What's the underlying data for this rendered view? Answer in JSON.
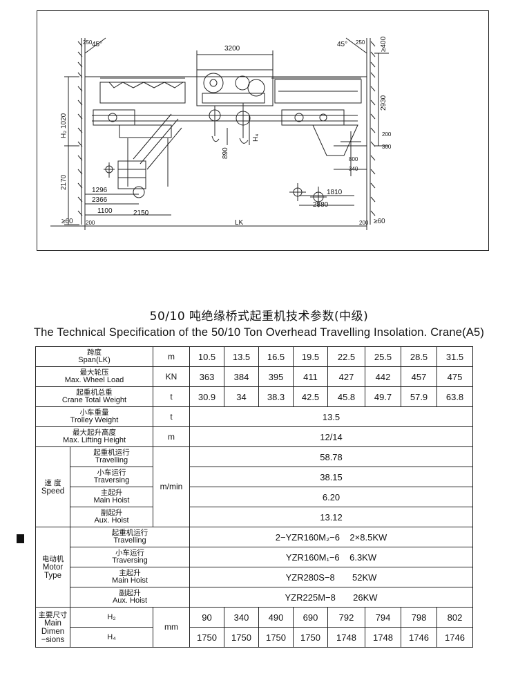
{
  "drawing": {
    "dims": {
      "trolley_width": "3200",
      "h2_1020": "H₂ 1020",
      "h_2170": "2170",
      "h_2930": "2930",
      "h4": "H₄",
      "h_890": "890",
      "angle_left": "45°",
      "angle_right": "45°",
      "gap_250_left": "250",
      "gap_250_right": "250",
      "top_400": "≥400",
      "d_1296": "1296",
      "d_2366": "2366",
      "d_1100": "1100",
      "d_2150": "2150",
      "d_1810": "1810",
      "d_2880": "2880",
      "span": "LK",
      "clear_left": "≥60",
      "clear_right": "≥60",
      "g_200_left": "200",
      "g_200_right": "200",
      "small_800": "800",
      "small_340": "340",
      "small_300": "300",
      "small_200": "200"
    }
  },
  "title": {
    "cn": "50/10 吨绝缘桥式起重机技术参数(中级)",
    "en": "The Technical Specification of the 50/10 Ton Overhead Travelling Insolation. Crane(A5)"
  },
  "spec": {
    "span": {
      "cn": "跨度",
      "en": "Span(LK)",
      "unit": "m",
      "values": [
        "10.5",
        "13.5",
        "16.5",
        "19.5",
        "22.5",
        "25.5",
        "28.5",
        "31.5"
      ]
    },
    "wheel": {
      "cn": "最大轮压",
      "en": "Max. Wheel Load",
      "unit": "KN",
      "values": [
        "363",
        "384",
        "395",
        "411",
        "427",
        "442",
        "457",
        "475"
      ]
    },
    "weight": {
      "cn": "起重机总重",
      "en": "Crane Total Weight",
      "unit": "t",
      "values": [
        "30.9",
        "34",
        "38.3",
        "42.5",
        "45.8",
        "49.7",
        "57.9",
        "63.8"
      ]
    },
    "trolley": {
      "cn": "小车重量",
      "en": "Trolley Weight",
      "unit": "t",
      "value": "13.5"
    },
    "lift": {
      "cn": "最大起升高度",
      "en": "Max. Lifting Height",
      "unit": "m",
      "value": "12/14"
    },
    "speed": {
      "group_cn": "速  度",
      "group_en": "Speed",
      "unit": "m/min",
      "rows": [
        {
          "cn": "起重机运行",
          "en": "Travelling",
          "value": "58.78"
        },
        {
          "cn": "小车运行",
          "en": "Traversing",
          "value": "38.15"
        },
        {
          "cn": "主起升",
          "en": "Main Hoist",
          "value": "6.20"
        },
        {
          "cn": "副起升",
          "en": "Aux. Hoist",
          "value": "13.12"
        }
      ]
    },
    "motor": {
      "group_cn": "电动机",
      "group_en1": "Motor",
      "group_en2": "Type",
      "rows": [
        {
          "cn": "起重机运行",
          "en": "Travelling",
          "value": "2−YZR160M₂−6    2×8.5KW"
        },
        {
          "cn": "小车运行",
          "en": "Traversing",
          "value": "YZR160M₁−6    6.3KW"
        },
        {
          "cn": "主起升",
          "en": "Main Hoist",
          "value": "YZR280S−8       52KW"
        },
        {
          "cn": "副起升",
          "en": "Aux. Hoist",
          "value": "YZR225M−8       26KW"
        }
      ]
    },
    "dims": {
      "group_cn": "主要尺寸",
      "group_en1": "Main",
      "group_en2": "Dimen",
      "group_en3": "−sions",
      "unit": "mm",
      "h2": {
        "label": "H₂",
        "values": [
          "90",
          "340",
          "490",
          "690",
          "792",
          "794",
          "798",
          "802"
        ]
      },
      "h4": {
        "label": "H₄",
        "values": [
          "1750",
          "1750",
          "1750",
          "1750",
          "1748",
          "1748",
          "1746",
          "1746"
        ]
      }
    }
  }
}
